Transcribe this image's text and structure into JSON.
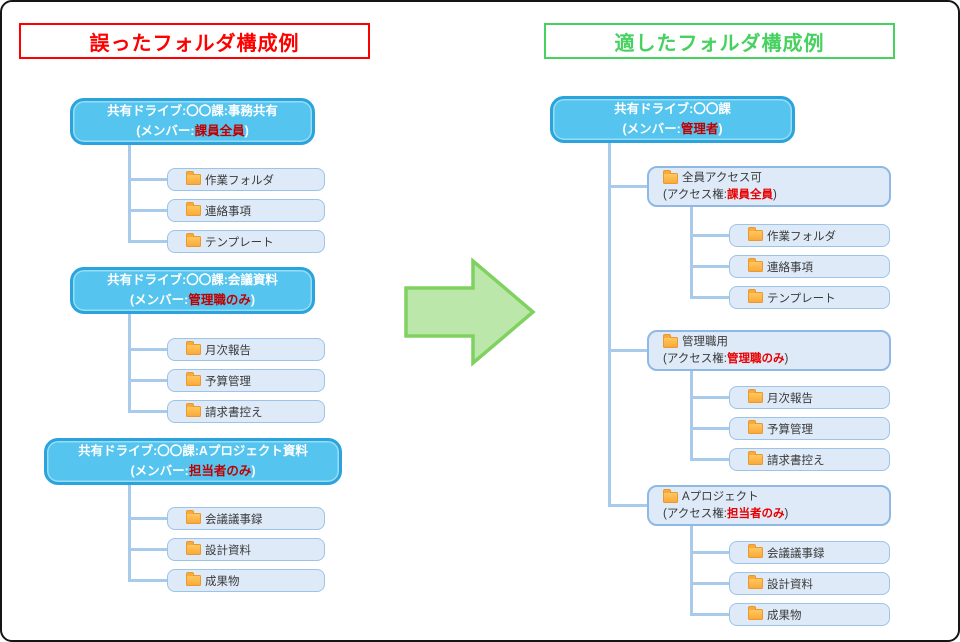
{
  "header": {
    "wrong_title": "誤ったフォルダ構成例",
    "good_title": "適したフォルダ構成例"
  },
  "left_panel": {
    "drives": [
      {
        "name": "共有ドライブ:〇〇課:事務共有",
        "member_prefix": "(メンバー:",
        "member": "課員全員",
        "member_suffix": ")",
        "folders": [
          "作業フォルダ",
          "連絡事項",
          "テンプレート"
        ]
      },
      {
        "name": "共有ドライブ:〇〇課:会議資料",
        "member_prefix": "(メンバー:",
        "member": "管理職のみ",
        "member_suffix": ")",
        "folders": [
          "月次報告",
          "予算管理",
          "請求書控え"
        ]
      },
      {
        "name": "共有ドライブ:〇〇課:Aプロジェクト資料",
        "member_prefix": "(メンバー:",
        "member": "担当者のみ",
        "member_suffix": ")",
        "folders": [
          "会議議事録",
          "設計資料",
          "成果物"
        ]
      }
    ]
  },
  "right_panel": {
    "drive": {
      "name": "共有ドライブ:〇〇課",
      "member_prefix": "(メンバー:",
      "member": "管理者",
      "member_suffix": ")"
    },
    "groups": [
      {
        "name": "全員アクセス可",
        "access_prefix": "(アクセス権:",
        "access": "課員全員",
        "access_suffix": ")",
        "folders": [
          "作業フォルダ",
          "連絡事項",
          "テンプレート"
        ]
      },
      {
        "name": "管理職用",
        "access_prefix": "(アクセス権:",
        "access": "管理職のみ",
        "access_suffix": ")",
        "folders": [
          "月次報告",
          "予算管理",
          "請求書控え"
        ]
      },
      {
        "name": "Aプロジェクト",
        "access_prefix": "(アクセス権:",
        "access": "担当者のみ",
        "access_suffix": ")",
        "folders": [
          "会議議事録",
          "設計資料",
          "成果物"
        ]
      }
    ]
  },
  "icons": {
    "folder": "orange-folder-icon",
    "arrow": "right-arrow"
  },
  "colors": {
    "wrong_accent": "#FF0000",
    "good_accent": "#47D15F",
    "drive_fill": "#55C5EF",
    "drive_border": "#2BA3DC",
    "folder_box_fill": "#DEEAF8",
    "folder_box_border": "#9CC3E8",
    "connector": "#A8CBEC",
    "emphasis_red_on_blue": "#C00000",
    "emphasis_red_on_light": "#E80000",
    "folder_icon_orange": "#FBA93B",
    "arrow_fill": "#BCE7AA",
    "arrow_border": "#7FD25F"
  }
}
